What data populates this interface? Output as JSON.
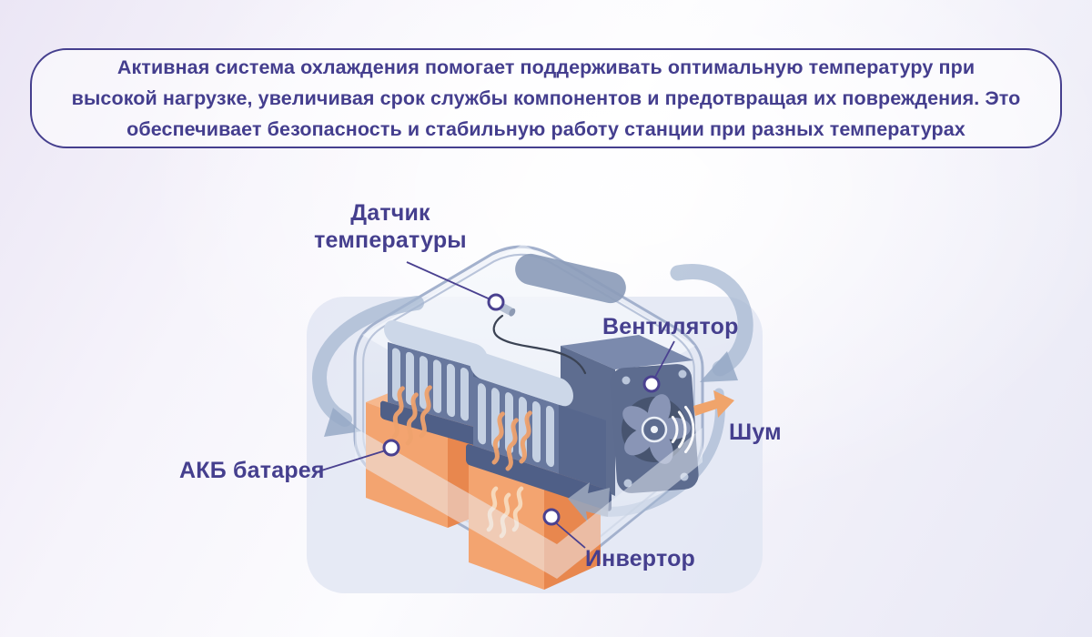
{
  "banner": {
    "text": "Активная система охлаждения помогает поддерживать оптимальную температуру при\nвысокой нагрузке, увеличивая срок службы компонентов и предотвращая их повреждения. Это\nобеспечивает безопасность и стабильную работу станции при разных температурах"
  },
  "labels": {
    "sensor": "Датчик\nтемпературы",
    "fan": "Вентилятор",
    "noise": "Шум",
    "battery": "АКБ батарея",
    "inverter": "Инвертор"
  },
  "colors": {
    "text_indigo": "#453f8e",
    "banner_border": "#453f8e",
    "leader_line": "#4a4190",
    "card_bg": "#e2e6f3",
    "case_outline": "#a3b1cd",
    "orange_front": "#f3a470",
    "orange_side": "#e8874e",
    "orange_top": "#f6b88e",
    "heatsink_dark": "#57678d",
    "heatsink_fin": "#c5d1e3",
    "fan_face": "#5d6c8f",
    "fan_inner": "#47546f",
    "swirl_air": "#a3b5d0",
    "exhaust_arrow": "#f0a46b",
    "heat_wave": "#efa26d"
  }
}
